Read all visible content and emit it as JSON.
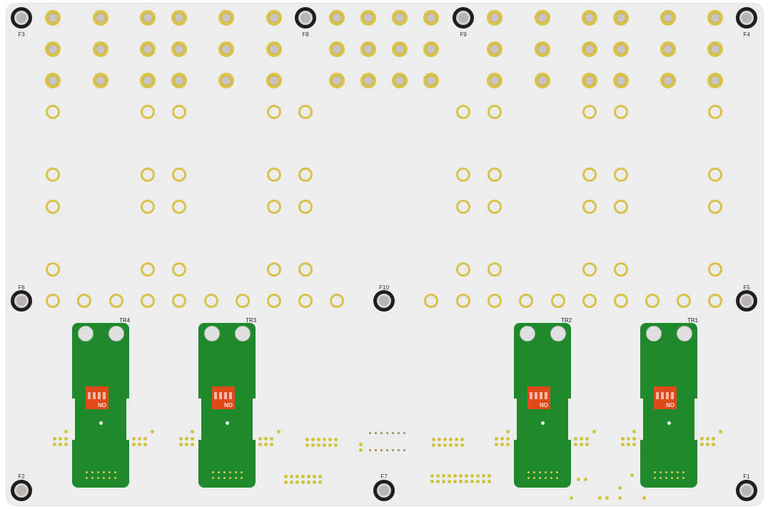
{
  "board": {
    "mounting_holes": [
      {
        "id": "F3",
        "label": "F3"
      },
      {
        "id": "F8",
        "label": "F8"
      },
      {
        "id": "F9",
        "label": "F9"
      },
      {
        "id": "F4",
        "label": "F4"
      },
      {
        "id": "F6",
        "label": "F6"
      },
      {
        "id": "F10",
        "label": "F10"
      },
      {
        "id": "F5",
        "label": "F5"
      },
      {
        "id": "F2",
        "label": "F2"
      },
      {
        "id": "F7",
        "label": "F7"
      },
      {
        "id": "F1",
        "label": "F1"
      }
    ],
    "modules": [
      {
        "label": "TR4",
        "dip_text": "NO"
      },
      {
        "label": "TR3",
        "dip_text": "NO"
      },
      {
        "label": "TR2",
        "dip_text": "NO"
      },
      {
        "label": "TR1",
        "dip_text": "NO"
      }
    ],
    "colors": {
      "board": "#ededed",
      "copper": "#d9c24a",
      "module": "#1f8a2b",
      "dip": "#e04a1b"
    }
  }
}
